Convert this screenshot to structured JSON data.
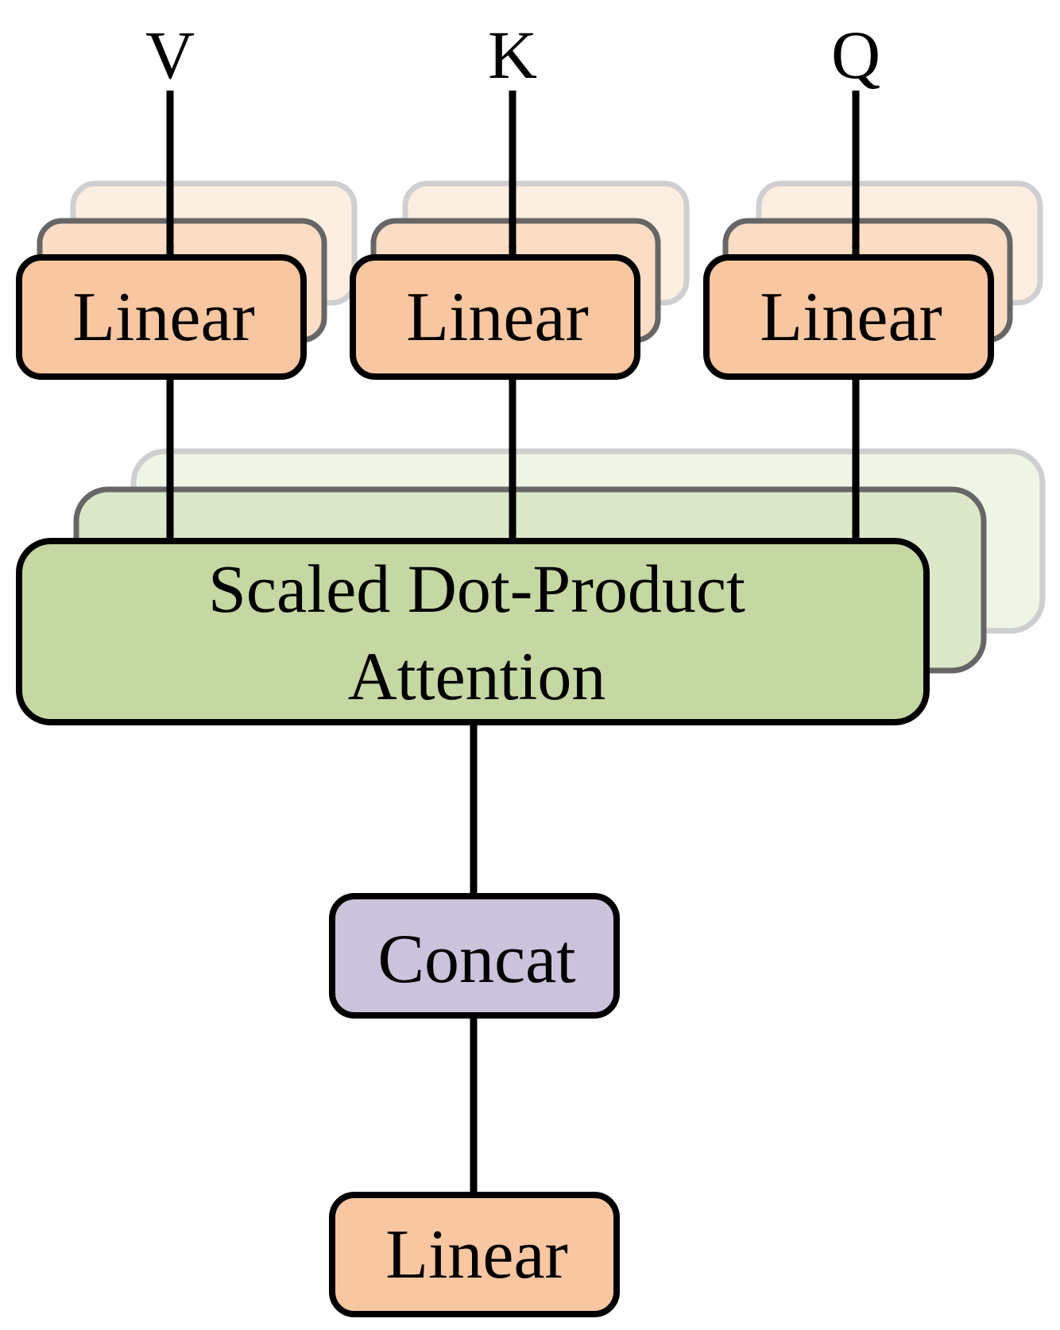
{
  "inputs": {
    "v": "V",
    "k": "K",
    "q": "Q"
  },
  "blocks": {
    "linear_v": "Linear",
    "linear_k": "Linear",
    "linear_q": "Linear",
    "attention_line1": "Scaled Dot-Product",
    "attention_line2": "Attention",
    "concat": "Concat",
    "linear_out": "Linear"
  },
  "colors": {
    "linear_fill": "#f8c6a0",
    "linear_fill_back": "#fbdcc4",
    "linear_fill_back2": "#fdeee2",
    "attention_fill": "#c5d7a2",
    "attention_fill_back": "#dbe7c8",
    "attention_fill_back2": "#eef4e6",
    "concat_fill": "#cbc2db",
    "stroke": "#000000"
  }
}
